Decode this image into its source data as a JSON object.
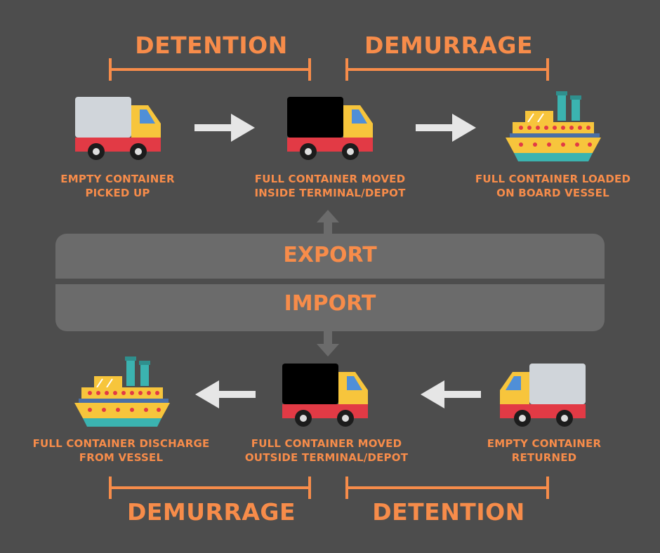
{
  "top": {
    "phase_left": "DETENTION",
    "phase_right": "DEMURRAGE",
    "steps": [
      {
        "line1": "EMPTY CONTAINER",
        "line2": "PICKED UP"
      },
      {
        "line1": "FULL CONTAINER MOVED",
        "line2": "INSIDE TERMINAL/DEPOT"
      },
      {
        "line1": "FULL CONTAINER LOADED",
        "line2": "ON BOARD VESSEL"
      }
    ]
  },
  "center": {
    "export_label": "EXPORT",
    "import_label": "IMPORT"
  },
  "bottom": {
    "phase_left": "DEMURRAGE",
    "phase_right": "DETENTION",
    "steps": [
      {
        "line1": "FULL CONTAINER DISCHARGE",
        "line2": "FROM VESSEL"
      },
      {
        "line1": "FULL CONTAINER MOVED",
        "line2": "OUTSIDE TERMINAL/DEPOT"
      },
      {
        "line1": "EMPTY CONTAINER",
        "line2": "RETURNED"
      }
    ]
  },
  "colors": {
    "background": "#4d4d4d",
    "accent": "#f78c4a",
    "panel": "#6b6b6b",
    "arrow": "#e6e6e6"
  },
  "icons": [
    "truck-empty-icon",
    "truck-full-icon",
    "ship-icon",
    "arrow-right-icon",
    "arrow-left-icon",
    "arrow-up-icon",
    "arrow-down-icon"
  ]
}
